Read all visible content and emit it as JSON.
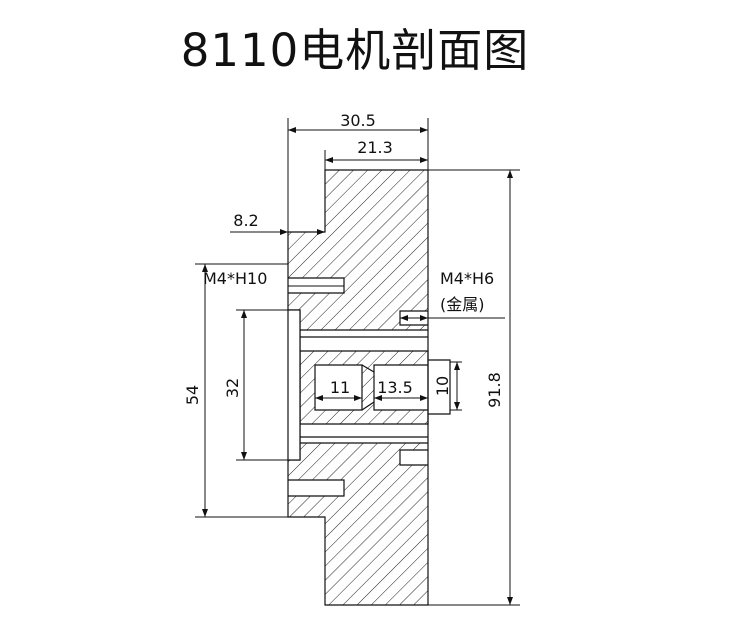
{
  "title": "8110电机剖面图",
  "dimensions": {
    "overall_depth": "30.5",
    "rotor_depth": "21.3",
    "flange_depth": "8.2",
    "thread_left": "M4*H10",
    "thread_right": "M4*H6",
    "thread_right_note": "(金属)",
    "outer_mount_dia": "54",
    "inner_dia": "32",
    "shaft_len_a": "11",
    "shaft_len_b": "13.5",
    "shaft_dia": "10",
    "overall_dia": "91.8"
  },
  "colors": {
    "line": "#111111",
    "background": "#ffffff"
  }
}
